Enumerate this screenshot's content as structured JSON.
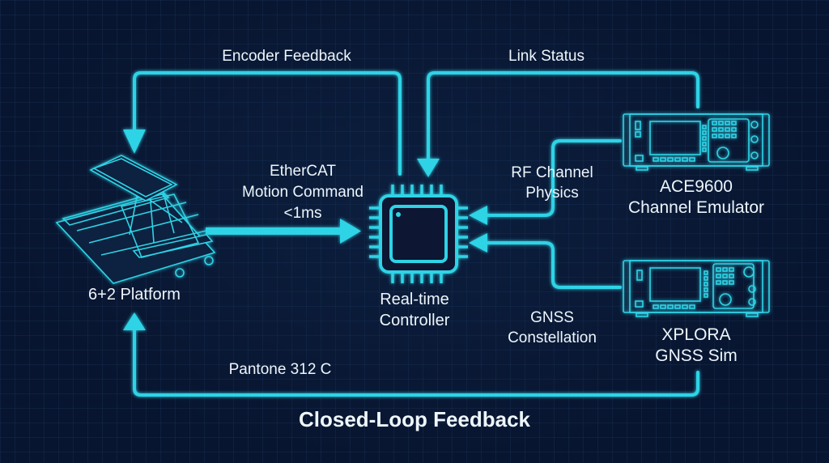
{
  "colors": {
    "accent": "#2fd3e6",
    "background": "#081530",
    "text": "#eef6fb"
  },
  "nodes": {
    "platform": {
      "label": "6+2 Platform",
      "icon": "hexapod-platform-icon"
    },
    "controller": {
      "label_line1": "Real-time",
      "label_line2": "Controller",
      "icon": "microchip-icon"
    },
    "ace9600": {
      "label_line1": "ACE9600",
      "label_line2": "Channel Emulator",
      "icon": "rack-instrument-icon"
    },
    "xplora": {
      "label_line1": "XPLORA",
      "label_line2": "GNSS Sim",
      "icon": "rack-instrument-icon"
    }
  },
  "edges": {
    "encoder_feedback": "Encoder Feedback",
    "link_status": "Link Status",
    "ethercat_line1": "EtherCAT",
    "ethercat_line2": "Motion Command",
    "ethercat_line3": "<1ms",
    "rf_line1": "RF Channel",
    "rf_line2": "Physics",
    "gnss_line1": "GNSS",
    "gnss_line2": "Constellation",
    "pantone": "Pantone 312 C"
  },
  "title": "Closed-Loop Feedback"
}
